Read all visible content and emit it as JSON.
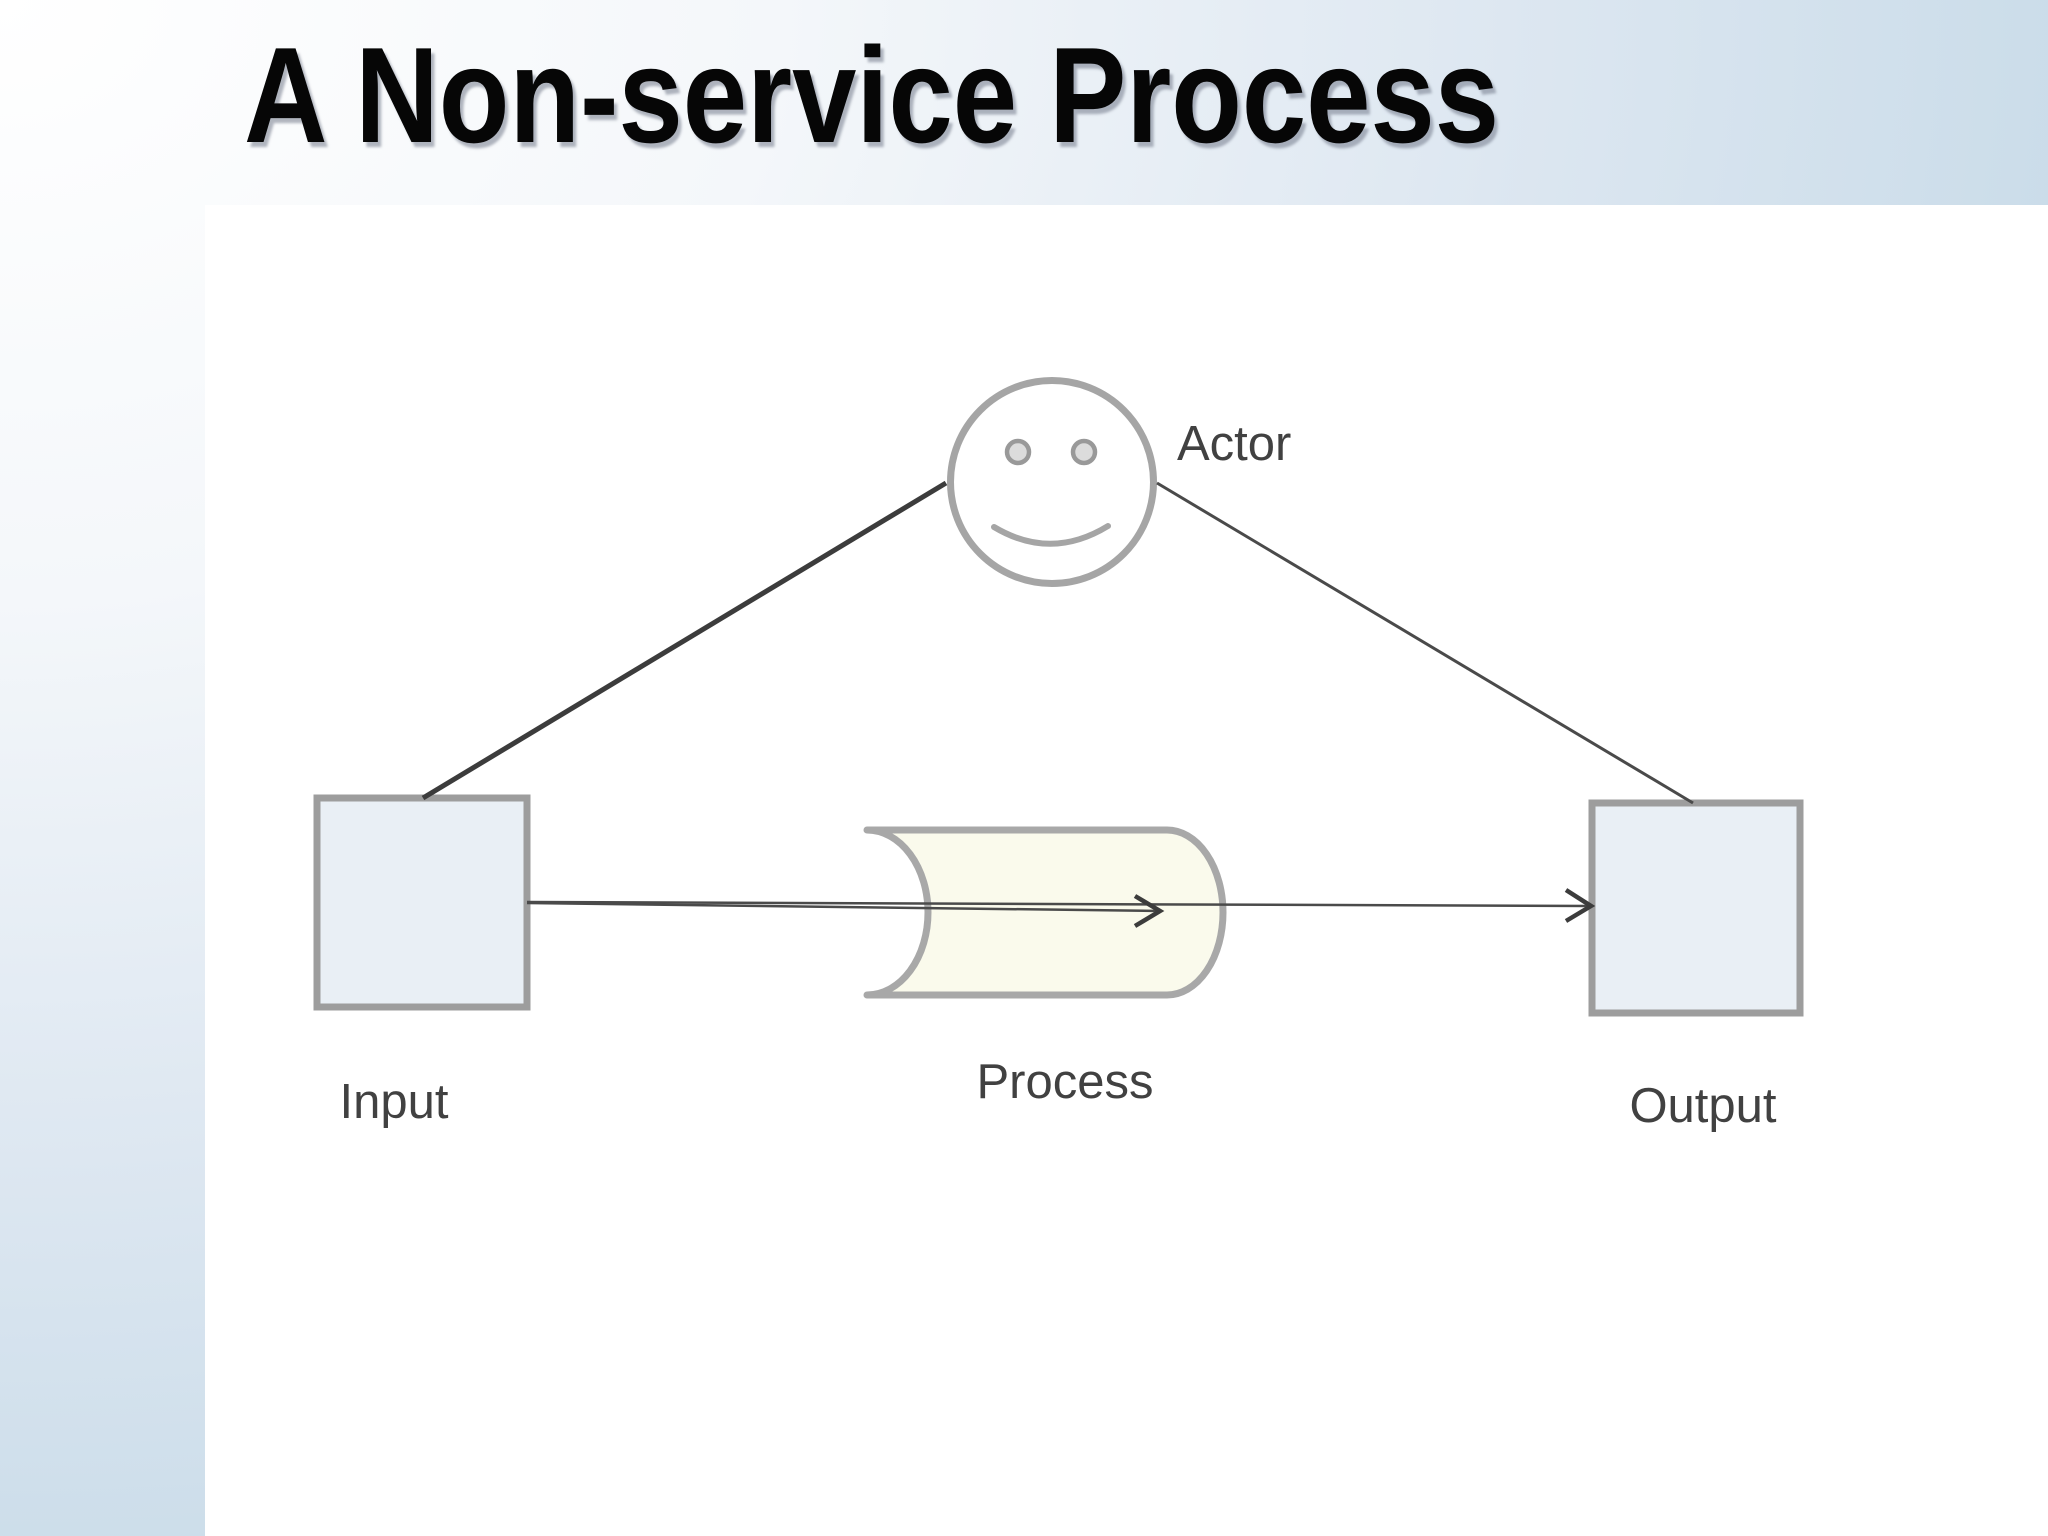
{
  "title": "A Non-service Process",
  "diagram": {
    "actor_label": "Actor",
    "input_label": "Input",
    "process_label": "Process",
    "output_label": "Output"
  },
  "colors": {
    "background_end": "#cadce9",
    "panel": "#ffffff",
    "title_color": "#060606",
    "label_color": "#414141",
    "box_fill": "#e9eff5",
    "box_stroke": "#9d9d9d",
    "process_fill": "#fafaec",
    "process_stroke": "#a8a8a8",
    "face_stroke": "#a5a5a5",
    "eye_fill": "#dcdcdc",
    "eye_stroke": "#999999",
    "connector": "#4a4a4a",
    "connector_dark": "#3c3c3c"
  }
}
